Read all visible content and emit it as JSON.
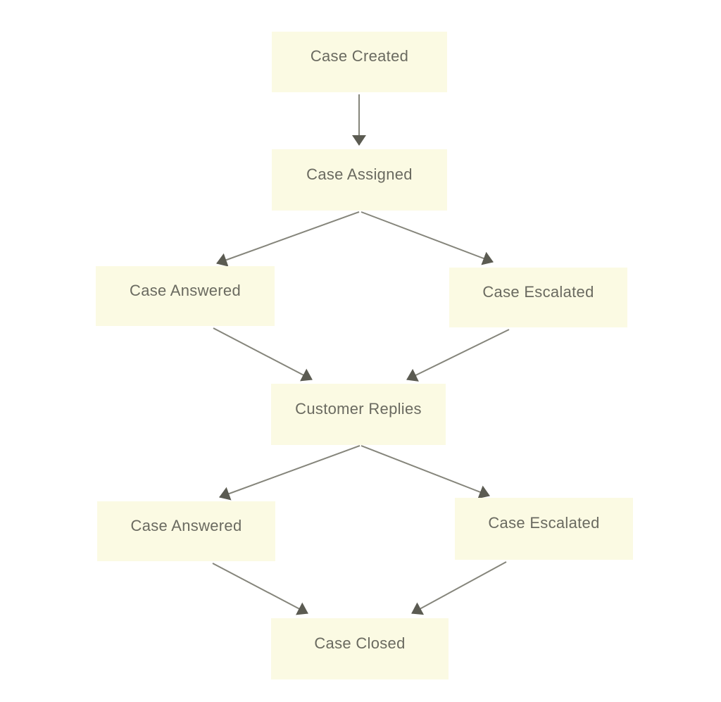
{
  "diagram": {
    "type": "flowchart",
    "nodes": [
      {
        "id": "case-created",
        "label": "Case Created"
      },
      {
        "id": "case-assigned",
        "label": "Case Assigned"
      },
      {
        "id": "case-answered-1",
        "label": "Case Answered"
      },
      {
        "id": "case-escalated-1",
        "label": "Case Escalated"
      },
      {
        "id": "customer-replies",
        "label": "Customer Replies"
      },
      {
        "id": "case-answered-2",
        "label": "Case Answered"
      },
      {
        "id": "case-escalated-2",
        "label": "Case Escalated"
      },
      {
        "id": "case-closed",
        "label": "Case Closed"
      }
    ],
    "edges": [
      {
        "from": "case-created",
        "to": "case-assigned"
      },
      {
        "from": "case-assigned",
        "to": "case-answered-1"
      },
      {
        "from": "case-assigned",
        "to": "case-escalated-1"
      },
      {
        "from": "case-answered-1",
        "to": "customer-replies"
      },
      {
        "from": "case-escalated-1",
        "to": "customer-replies"
      },
      {
        "from": "customer-replies",
        "to": "case-answered-2"
      },
      {
        "from": "customer-replies",
        "to": "case-escalated-2"
      },
      {
        "from": "case-answered-2",
        "to": "case-closed"
      },
      {
        "from": "case-escalated-2",
        "to": "case-closed"
      }
    ]
  },
  "colors": {
    "background": "#ffffff",
    "node_fill": "#fbfae3",
    "node_text": "#6a6a60",
    "arrow_line": "#85857b",
    "arrow_head": "#5b5b52"
  }
}
